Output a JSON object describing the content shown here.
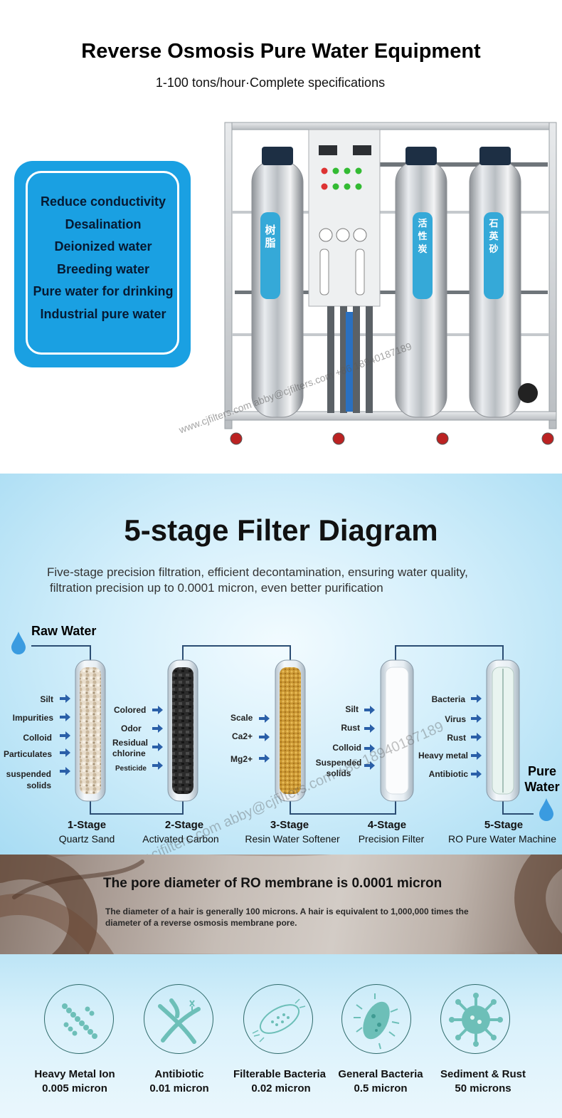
{
  "hero": {
    "title": "Reverse Osmosis Pure Water Equipment",
    "subtitle": "1-100 tons/hour·Complete specifications",
    "features": [
      "Reduce conductivity",
      "Desalination",
      "Deionized water",
      "Breeding water",
      "Pure water for drinking",
      "Industrial pure water"
    ],
    "tank_labels": [
      "树脂",
      "活性炭",
      "石英砂"
    ],
    "watermark": "www.cjfilters.com abby@cjfilters.com +86 18940187189"
  },
  "diagram": {
    "title": "5-stage Filter Diagram",
    "subtitle_line1": "Five-stage precision filtration, efficient decontamination, ensuring water quality,",
    "subtitle_line2": "filtration precision up to 0.0001 micron, even better purification",
    "raw_water": "Raw Water",
    "pure_water": "Pure Water",
    "watermark": "www.cjfilters.com abby@cjfilters.com +86 18940187189",
    "stages": [
      {
        "name": "1-Stage",
        "desc": "Quartz Sand",
        "removes": [
          "Silt",
          "Impurities",
          "Colloid",
          "Particulates",
          "suspended solids"
        ]
      },
      {
        "name": "2-Stage",
        "desc": "Activated Carbon",
        "removes": [
          "Colored",
          "Odor",
          "Residual chlorine",
          "Pesticide"
        ]
      },
      {
        "name": "3-Stage",
        "desc": "Resin Water Softener",
        "removes": [
          "Scale",
          "Ca2+",
          "Mg2+"
        ]
      },
      {
        "name": "4-Stage",
        "desc": "Precision Filter",
        "removes": [
          "Silt",
          "Rust",
          "Colloid",
          "Suspended solids"
        ]
      },
      {
        "name": "5-Stage",
        "desc": "RO Pure Water Machine",
        "removes": [
          "Bacteria",
          "Virus",
          "Rust",
          "Heavy metal",
          "Antibiotic"
        ]
      }
    ],
    "colors": {
      "arrow": "#2a5fa8",
      "pipe": "#2b4d73",
      "water_drop": "#3a9be0"
    }
  },
  "pore": {
    "title": "The pore diameter of RO membrane is 0.0001 micron",
    "text": "The diameter of a hair is generally 100 microns. A hair is equivalent to 1,000,000 times the diameter of a reverse osmosis membrane pore."
  },
  "sizes": [
    {
      "name": "Heavy Metal Ion",
      "size": "0.005 micron",
      "icon": "heavy-metal-ion-icon"
    },
    {
      "name": "Antibiotic",
      "size": "0.01 micron",
      "icon": "antibiotic-icon"
    },
    {
      "name": "Filterable Bacteria",
      "size": "0.02 micron",
      "icon": "filterable-bacteria-icon"
    },
    {
      "name": "General Bacteria",
      "size": "0.5 micron",
      "icon": "general-bacteria-icon"
    },
    {
      "name": "Sediment & Rust",
      "size": "50 microns",
      "icon": "sediment-rust-icon"
    }
  ]
}
